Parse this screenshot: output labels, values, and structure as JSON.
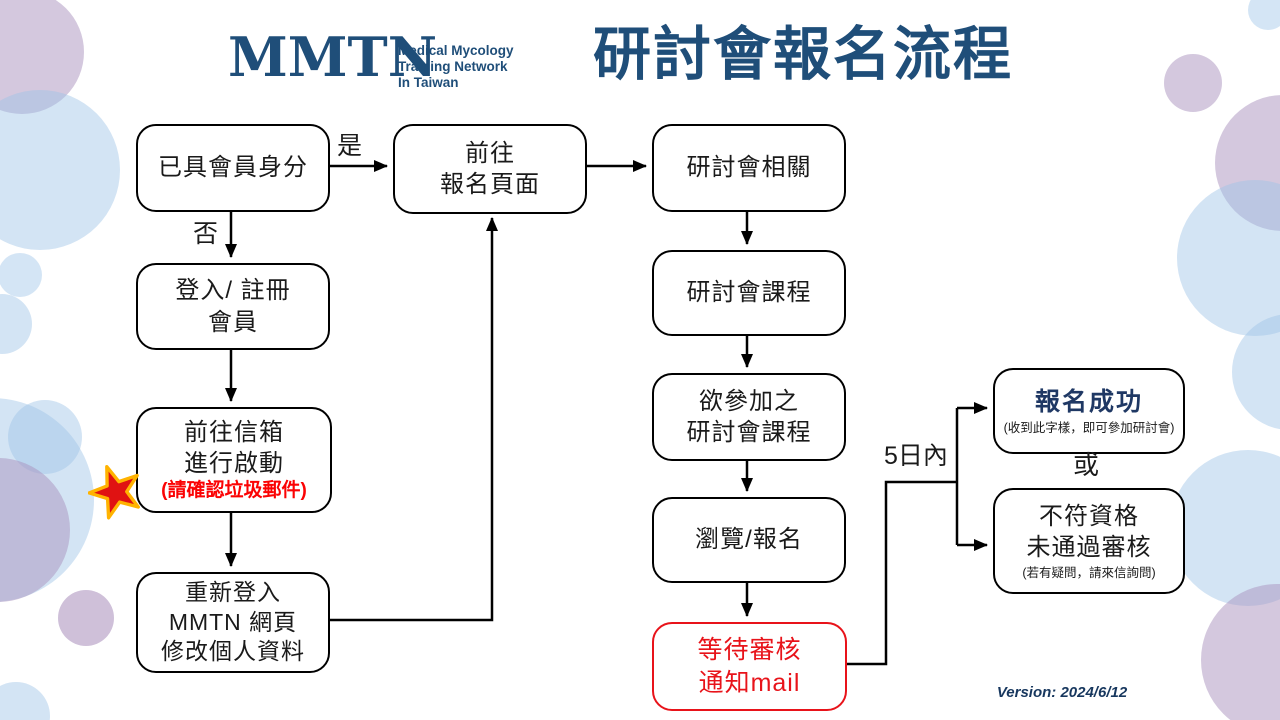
{
  "header": {
    "logo_text": "MMTN",
    "logo_tagline": [
      "Medical Mycology",
      "Training Network",
      "In Taiwan"
    ],
    "title": "研討會報名流程"
  },
  "nodes": {
    "member_check": {
      "lines": [
        "已具會員身分"
      ]
    },
    "register_page": {
      "lines": [
        "前往",
        "報名頁面"
      ]
    },
    "login_register": {
      "lines": [
        "登入/ 註冊",
        "會員"
      ]
    },
    "mailbox_activate": {
      "lines": [
        "前往信箱",
        "進行啟動"
      ],
      "note": "(請確認垃圾郵件)"
    },
    "relogin": {
      "lines": [
        "重新登入",
        "MMTN 網頁",
        "修改個人資料"
      ]
    },
    "seminar_related": {
      "lines": [
        "研討會相關"
      ]
    },
    "seminar_courses": {
      "lines": [
        "研討會課程"
      ]
    },
    "courses_to_join": {
      "lines": [
        "欲參加之",
        "研討會課程"
      ]
    },
    "browse_register": {
      "lines": [
        "瀏覽/報名"
      ]
    },
    "wait_review": {
      "lines": [
        "等待審核",
        "通知mail"
      ]
    },
    "success": {
      "title": "報名成功",
      "note": "(收到此字樣，即可參加研討會)"
    },
    "rejected": {
      "lines": [
        "不符資格",
        "未通過審核"
      ],
      "note": "(若有疑問，請來信詢問)"
    }
  },
  "labels": {
    "yes": "是",
    "no": "否",
    "within_days": "5日內",
    "or": "或"
  },
  "footer": {
    "version": "Version: 2024/6/12"
  },
  "colors": {
    "brand_navy": "#1F4E79",
    "success_navy": "#1F3864",
    "alert_red": "#E8131A",
    "note_red": "#FB0304",
    "line_black": "#000000",
    "star_fill": "#E01212",
    "star_stroke": "#FFB300",
    "circle_blue": "#9EC3E6",
    "circle_mauve": "#AA92BE"
  }
}
